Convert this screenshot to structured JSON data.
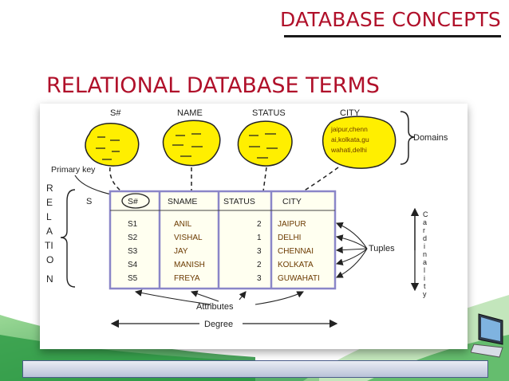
{
  "slide": {
    "title": "DATABASE CONCEPTS",
    "subtitle": "RELATIONAL DATABASE TERMS"
  },
  "figure": {
    "domain_headers": [
      "S#",
      "NAME",
      "STATUS",
      "CITY"
    ],
    "city_domain_lines": [
      "jaipur,chenn",
      "ai,kolkata,gu",
      "wahati,delhi"
    ],
    "domains_label": "Domains",
    "primary_key_label": "Primary key",
    "relation_letters": [
      "R",
      "E",
      "L",
      "A",
      "TI",
      "O",
      "N"
    ],
    "relation_name": "S",
    "table_headers": [
      "S#",
      "SNAME",
      "STATUS",
      "CITY"
    ],
    "rows": [
      {
        "sno": "S1",
        "sname": "ANIL",
        "status": "2",
        "city": "JAIPUR"
      },
      {
        "sno": "S2",
        "sname": "VISHAL",
        "status": "1",
        "city": "DELHI"
      },
      {
        "sno": "S3",
        "sname": "JAY",
        "status": "3",
        "city": "CHENNAI"
      },
      {
        "sno": "S4",
        "sname": "MANISH",
        "status": "2",
        "city": "KOLKATA"
      },
      {
        "sno": "S5",
        "sname": "FREYA",
        "status": "3",
        "city": "GUWAHATI"
      }
    ],
    "tuples_label": "Tuples",
    "cardinality_letters": [
      "C",
      "a",
      "r",
      "d",
      "i",
      "n",
      "a",
      "l",
      "i",
      "t",
      "y"
    ],
    "attributes_label": "Attributes",
    "degree_label": "Degree"
  },
  "colors": {
    "title": "#b0102a",
    "blob": "#ffef00",
    "table_border": "#8a86c8",
    "table_bg": "#fffff0",
    "row_text": "#6b3a00",
    "green": "#3aa84a"
  }
}
